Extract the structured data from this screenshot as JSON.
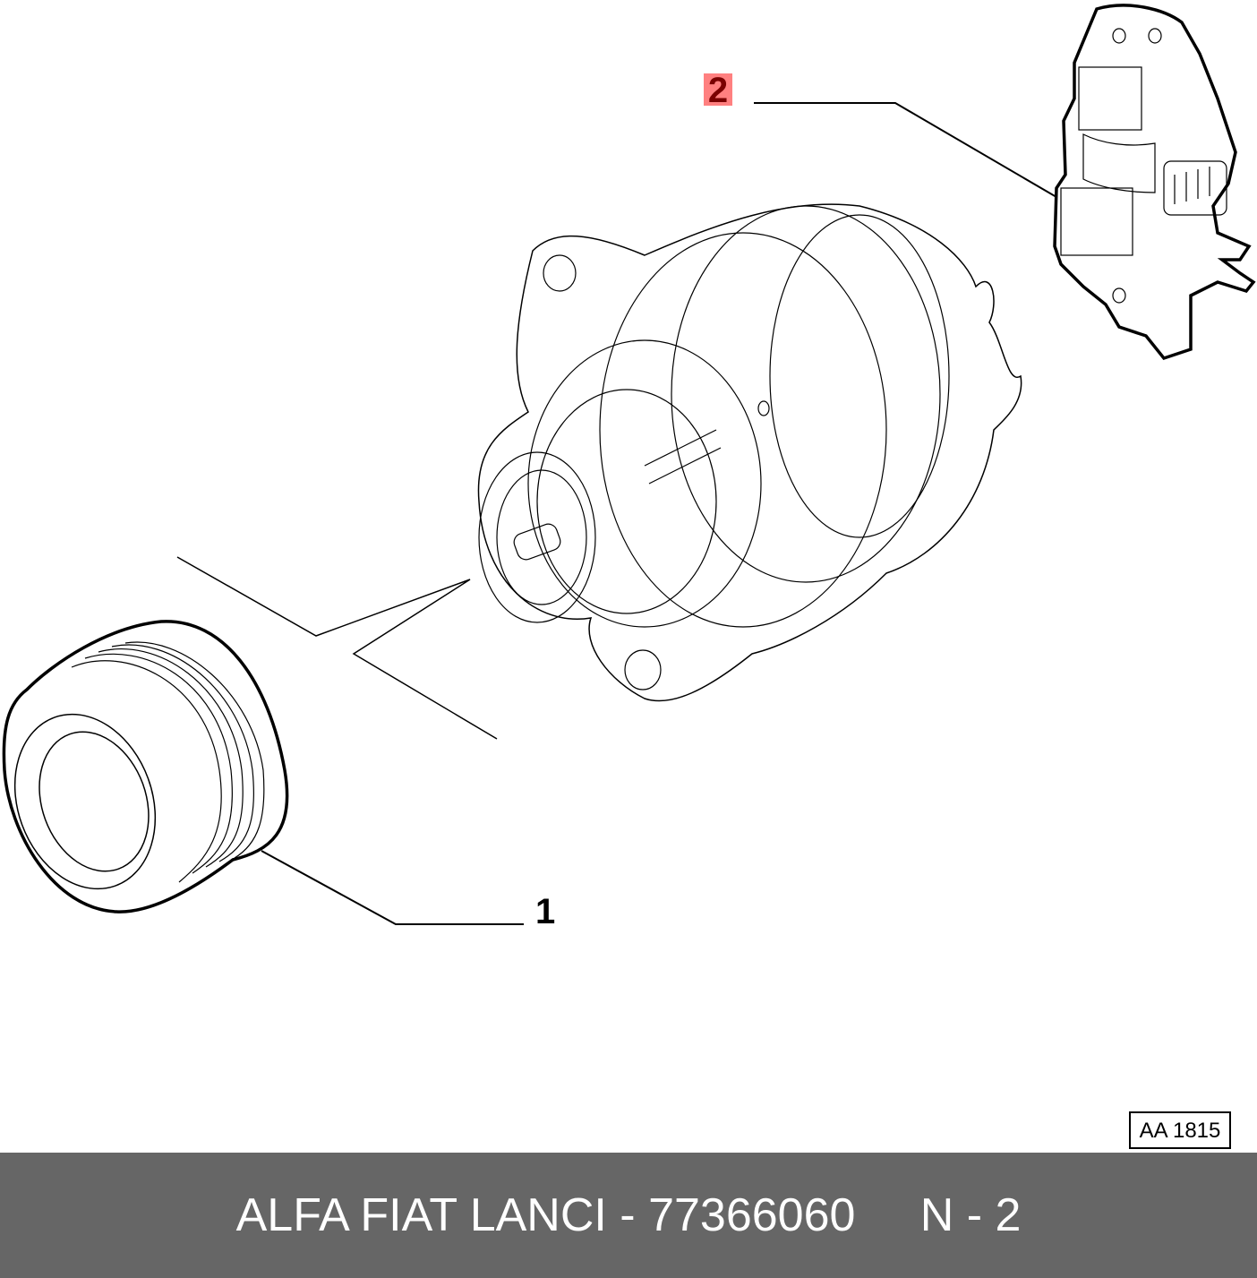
{
  "diagram": {
    "callouts": [
      {
        "label": "1",
        "part": "pulley"
      },
      {
        "label": "2",
        "part": "voltage-regulator",
        "highlighted": true
      }
    ],
    "reference_code": "AA 1815",
    "highlight_color": "#ff8080"
  },
  "footer": {
    "brand": "ALFA FIAT LANCI",
    "separator": " - ",
    "part_number": "77366060",
    "position": "N - 2",
    "background": "#666666"
  }
}
